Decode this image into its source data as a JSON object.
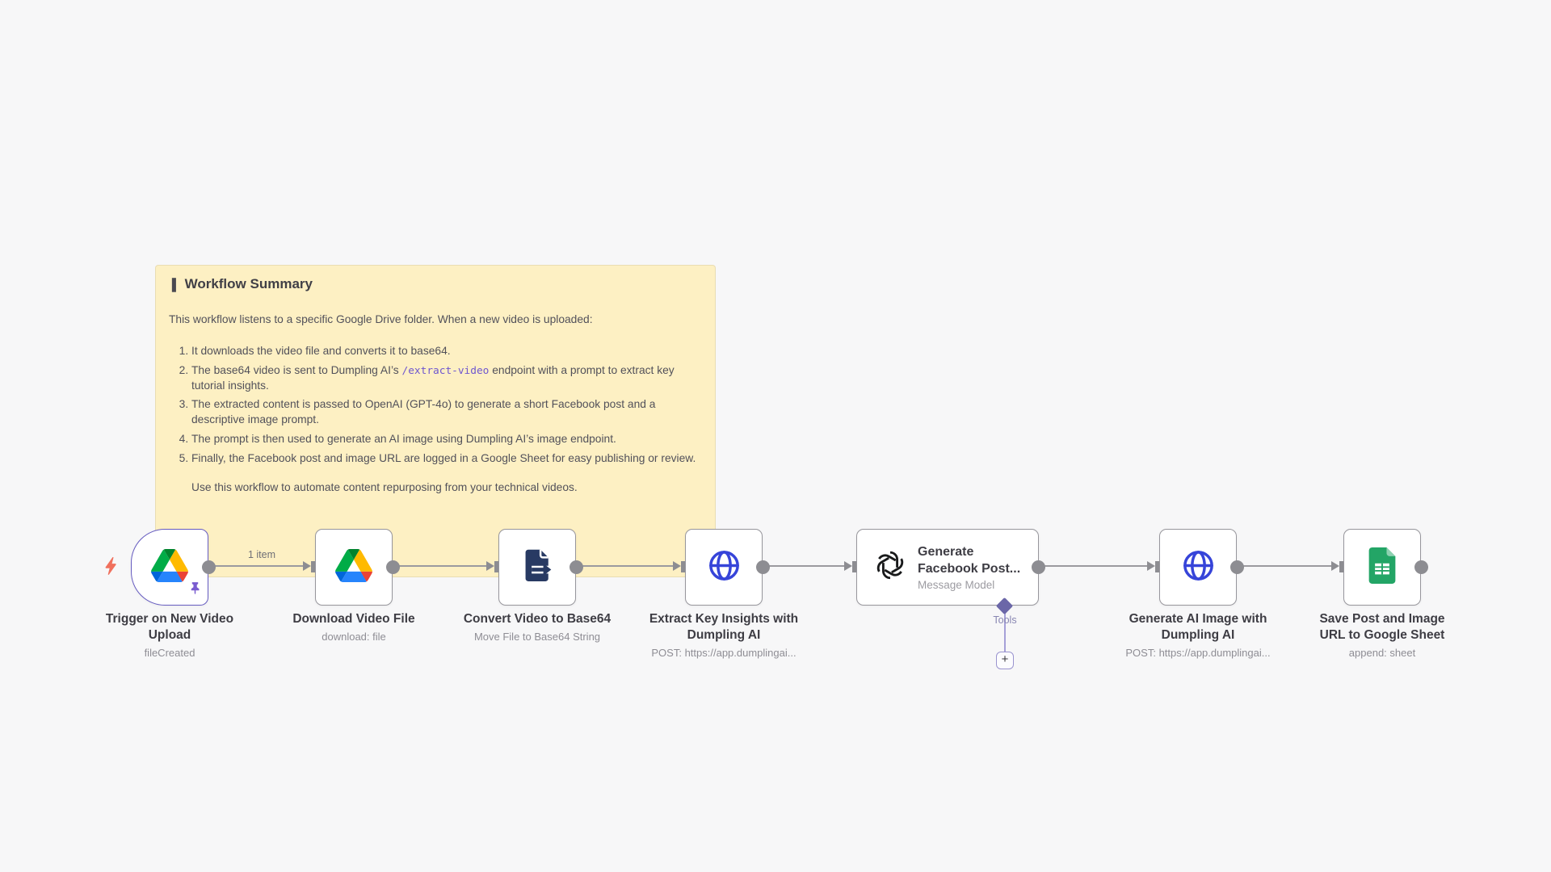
{
  "canvas": {
    "background": "#f7f7f8"
  },
  "sticky": {
    "heading_icon": "❚",
    "title": "Workflow Summary",
    "intro": "This workflow listens to a specific Google Drive folder. When a new video is uploaded:",
    "steps": [
      {
        "pre": "It downloads the video file and converts it to base64.",
        "code": "",
        "post": ""
      },
      {
        "pre": "The base64 video is sent to Dumpling AI’s ",
        "code": "/extract-video",
        "post": " endpoint with a prompt to extract key tutorial insights."
      },
      {
        "pre": "The extracted content is passed to OpenAI (GPT-4o) to generate a short Facebook post and a descriptive image prompt.",
        "code": "",
        "post": ""
      },
      {
        "pre": "The prompt is then used to generate an AI image using Dumpling AI’s image endpoint.",
        "code": "",
        "post": ""
      },
      {
        "pre": "Finally, the Facebook post and image URL are logged in a Google Sheet for easy publishing or review.",
        "code": "",
        "post": ""
      }
    ],
    "outro": "Use this workflow to automate content repurposing from your technical videos."
  },
  "connection": {
    "first_label": "1 item"
  },
  "nodes": [
    {
      "label_line1": "Trigger on New Video",
      "label_line2": "Upload",
      "subtitle": "fileCreated",
      "icon": "google-drive-icon",
      "badges": [
        "lightning-bolt-icon",
        "pin-icon"
      ]
    },
    {
      "label_line1": "Download Video File",
      "label_line2": "",
      "subtitle": "download: file",
      "icon": "google-drive-icon"
    },
    {
      "label_line1": "Convert Video to Base64",
      "label_line2": "",
      "subtitle": "Move File to Base64 String",
      "icon": "file-export-icon"
    },
    {
      "label_line1": "Extract Key Insights with",
      "label_line2": "Dumpling AI",
      "subtitle": "POST: https://app.dumplingai...",
      "icon": "globe-icon"
    },
    {
      "title_line1": "Generate",
      "title_line2": "Facebook Post...",
      "subtitle": "Message Model",
      "icon": "openai-logo-icon"
    },
    {
      "label_line1": "Generate AI Image with",
      "label_line2": "Dumpling AI",
      "subtitle": "POST: https://app.dumplingai...",
      "icon": "globe-icon"
    },
    {
      "label_line1": "Save Post and Image",
      "label_line2": "URL to Google Sheet",
      "subtitle": "append: sheet",
      "icon": "google-sheets-icon"
    }
  ],
  "tools_port": {
    "label": "Tools",
    "plus": "+"
  },
  "colors": {
    "accent_purple": "#655bc0",
    "sticky_fill": "#fdf0c3",
    "node_border": "#97969c",
    "connector": "#9b9a9f",
    "code_purple": "#6e56cf",
    "bolt_coral": "#f0705d",
    "globe_blue": "#3644d9",
    "file_navy": "#283a63",
    "sheets_green": "#23a566",
    "tools_purple": "#6b67a8"
  }
}
